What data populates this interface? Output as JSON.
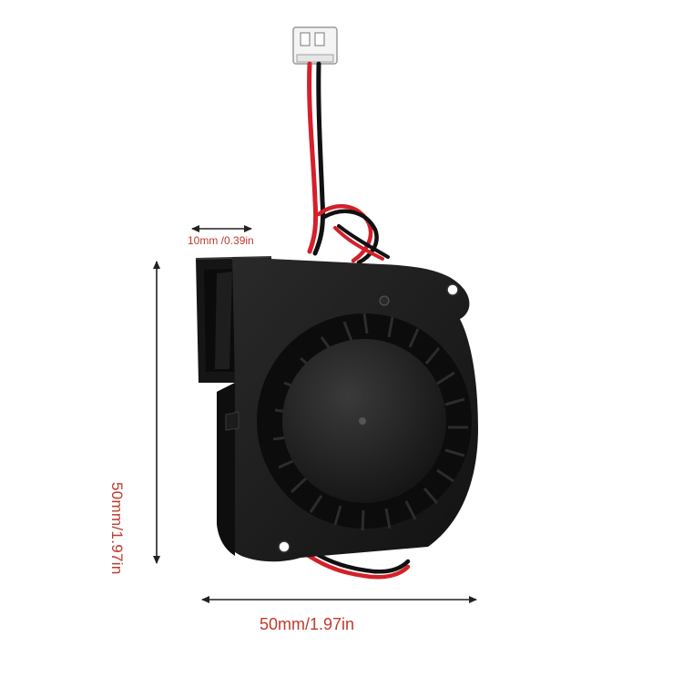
{
  "dimensions": {
    "depth_label": "10mm /0.39in",
    "height_label": "50mm/1.97in",
    "width_label": "50mm/1.97in"
  },
  "colors": {
    "label_red": "#c0392b",
    "fan_body": "#1b1b1b",
    "wire_red": "#d4202a",
    "wire_black": "#111111",
    "connector_white": "#f2f2f2"
  }
}
